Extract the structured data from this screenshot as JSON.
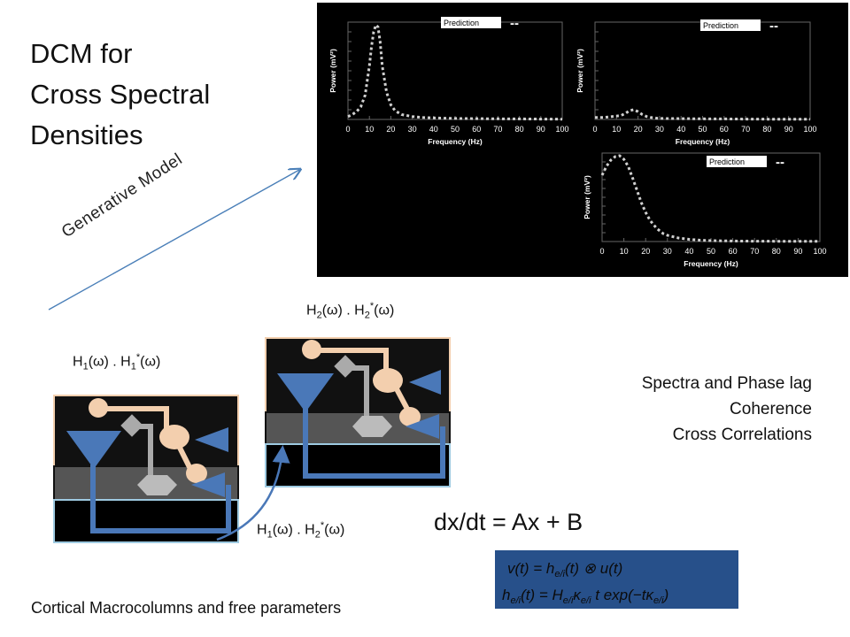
{
  "title": {
    "line1": "DCM for",
    "line2": "Cross Spectral",
    "line3": "Densities"
  },
  "generative_model_label": "Generative Model",
  "transfer_labels": {
    "h2": {
      "base": "H",
      "sub": "2",
      "arg": "(ω) . H",
      "sub2": "2",
      "sup": "*",
      "arg2": "(ω)"
    },
    "h1": {
      "base": "H",
      "sub": "1",
      "arg": "(ω) . H",
      "sub2": "1",
      "sup": "*",
      "arg2": "(ω)"
    },
    "h12": {
      "base": "H",
      "sub": "1",
      "arg": "(ω) . H",
      "sub2": "2",
      "sup": "*",
      "arg2": "(ω)"
    }
  },
  "outputs": {
    "line1": "Spectra and Phase lag",
    "line2": "Coherence",
    "line3": "Cross Correlations"
  },
  "equation": "dx/dt = Ax + B",
  "caption": "Cortical Macrocolumns and free parameters",
  "plot_text": {
    "ylabel": "Power (mV²)",
    "xlabel": "Frequency (Hz)",
    "legend": "Prediction",
    "legend_mark": "--",
    "ticks": [
      "0",
      "10",
      "20",
      "30",
      "40",
      "50",
      "60",
      "70",
      "80",
      "90",
      "100"
    ]
  },
  "chart_data": [
    {
      "type": "line",
      "title": "",
      "xlabel": "Frequency (Hz)",
      "ylabel": "Power (mV²)",
      "xlim": [
        0,
        100
      ],
      "ylim": [
        0,
        1
      ],
      "legend": "Prediction",
      "series": [
        {
          "name": "Prediction",
          "x": [
            0,
            2,
            4,
            6,
            8,
            10,
            11,
            12,
            13,
            14,
            15,
            16,
            18,
            20,
            22,
            25,
            30,
            35,
            40,
            50,
            60,
            70,
            80,
            90,
            100
          ],
          "y": [
            0.03,
            0.05,
            0.08,
            0.13,
            0.25,
            0.55,
            0.75,
            0.9,
            0.97,
            0.95,
            0.8,
            0.55,
            0.28,
            0.15,
            0.09,
            0.05,
            0.03,
            0.02,
            0.015,
            0.01,
            0.008,
            0.006,
            0.005,
            0.004,
            0.003
          ]
        }
      ]
    },
    {
      "type": "line",
      "title": "",
      "xlabel": "Frequency (Hz)",
      "ylabel": "Power (mV²)",
      "xlim": [
        0,
        100
      ],
      "ylim": [
        0,
        1
      ],
      "legend": "Prediction",
      "series": [
        {
          "name": "Prediction",
          "x": [
            0,
            4,
            8,
            12,
            14,
            16,
            18,
            20,
            22,
            24,
            26,
            30,
            40,
            50,
            60,
            70,
            80,
            90,
            100
          ],
          "y": [
            0.02,
            0.02,
            0.03,
            0.04,
            0.06,
            0.09,
            0.1,
            0.08,
            0.05,
            0.03,
            0.02,
            0.01,
            0.008,
            0.006,
            0.005,
            0.004,
            0.003,
            0.003,
            0.003
          ]
        }
      ]
    },
    {
      "type": "line",
      "title": "",
      "xlabel": "Frequency (Hz)",
      "ylabel": "Power (mV²)",
      "xlim": [
        0,
        100
      ],
      "ylim": [
        0,
        1
      ],
      "legend": "Prediction",
      "series": [
        {
          "name": "Prediction",
          "x": [
            0,
            2,
            4,
            6,
            8,
            10,
            12,
            14,
            16,
            18,
            20,
            22,
            25,
            28,
            30,
            35,
            40,
            45,
            50,
            60,
            70,
            80,
            90,
            100
          ],
          "y": [
            0.75,
            0.85,
            0.92,
            0.96,
            0.97,
            0.93,
            0.85,
            0.72,
            0.58,
            0.44,
            0.33,
            0.24,
            0.15,
            0.09,
            0.07,
            0.04,
            0.025,
            0.015,
            0.01,
            0.006,
            0.004,
            0.003,
            0.003,
            0.003
          ]
        }
      ]
    }
  ]
}
